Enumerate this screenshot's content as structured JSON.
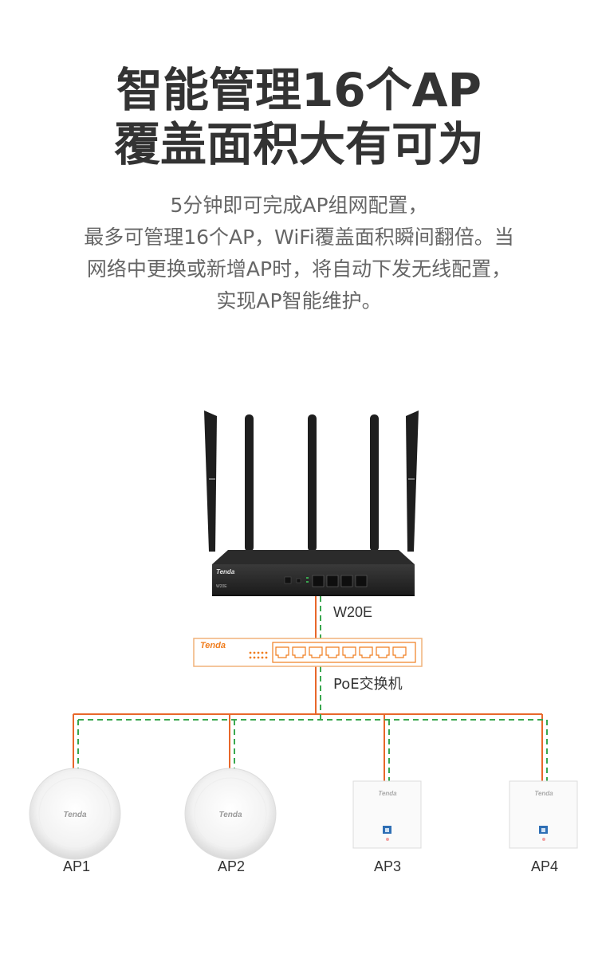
{
  "heading": {
    "line1": "智能管理16个AP",
    "line2": "覆盖面积大有可为"
  },
  "description": {
    "line1": "5分钟即可完成AP组网配置，",
    "line2": "最多可管理16个AP，WiFi覆盖面积瞬间翻倍。当",
    "line3": "网络中更换或新增AP时，将自动下发无线配置，",
    "line4": "实现AP智能维护。"
  },
  "diagram": {
    "router": {
      "label": "W20E",
      "brand": "Tenda",
      "model": "W20E"
    },
    "switch": {
      "label": "PoE交换机",
      "brand": "Tenda"
    },
    "aps": [
      {
        "label": "AP1",
        "brand": "Tenda",
        "kind": "ceiling"
      },
      {
        "label": "AP2",
        "brand": "Tenda",
        "kind": "ceiling"
      },
      {
        "label": "AP3",
        "brand": "Tenda",
        "kind": "wall-panel"
      },
      {
        "label": "AP4",
        "brand": "Tenda",
        "kind": "wall-panel"
      }
    ],
    "colors": {
      "power_line": "#e8672a",
      "data_line": "#3aa84f",
      "switch_accent": "#f07d1e"
    }
  }
}
